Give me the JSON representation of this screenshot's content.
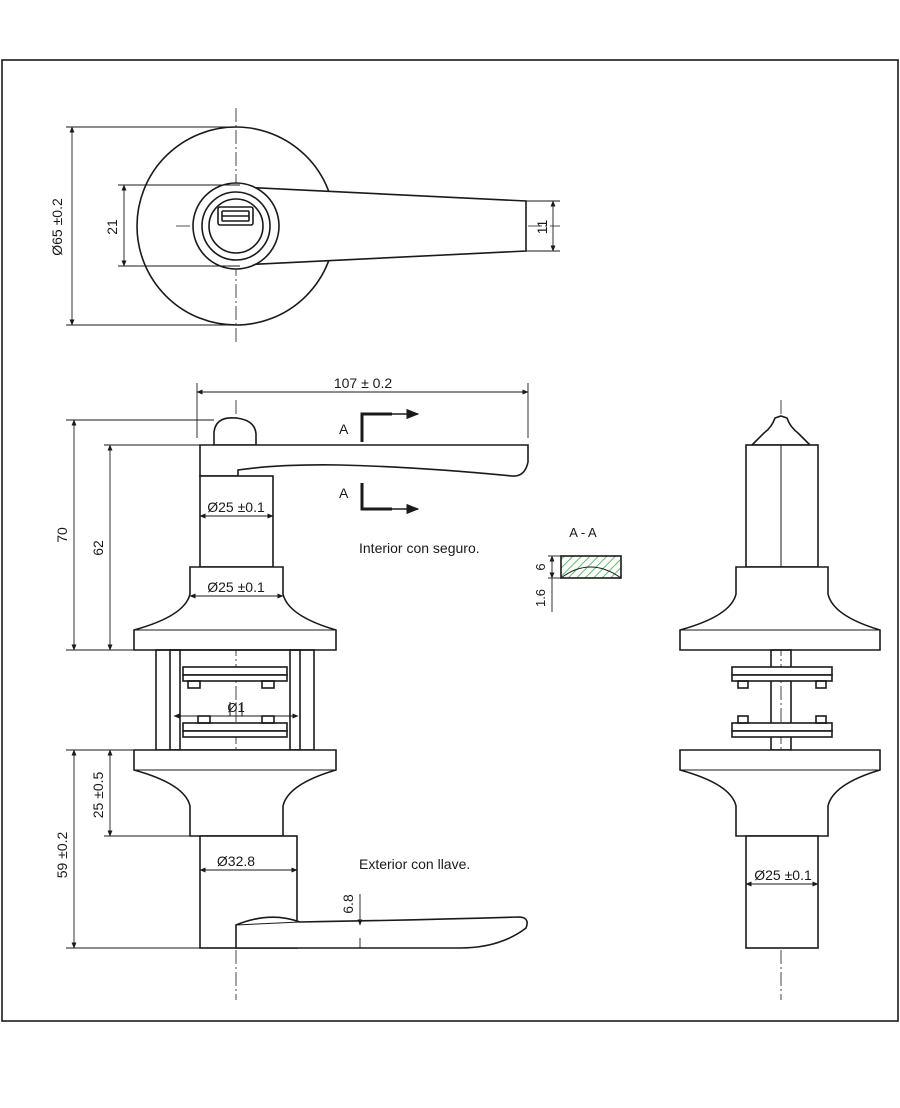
{
  "dimensions": {
    "rose_diameter": "Ø65 ±0.2",
    "lever_width_at_hub": "21",
    "lever_tip_width": "11",
    "lever_length": "107 ± 0.2",
    "overall_height_interior": "70",
    "lever_height_interior": "62",
    "neck_diameter_upper": "Ø25 ±0.1",
    "neck_diameter_lower": "Ø25 ±0.1",
    "spindle_dim": "Ø1",
    "rose_height": "25 ±0.5",
    "overall_height_exterior": "59 ±0.2",
    "cylinder_diameter": "Ø32.8",
    "lever_thickness": "6.8",
    "side_neck_diameter": "Ø25 ±0.1",
    "section_height": "6",
    "section_thickness": "1.6"
  },
  "labels": {
    "section_marker_top": "A",
    "section_marker_bottom": "A",
    "section_title": "A - A",
    "interior_caption": "Interior con seguro.",
    "exterior_caption": "Exterior con llave."
  },
  "colors": {
    "line": "#1a1a1a",
    "section_hatch": "#3aa94a",
    "background": "#ffffff"
  }
}
